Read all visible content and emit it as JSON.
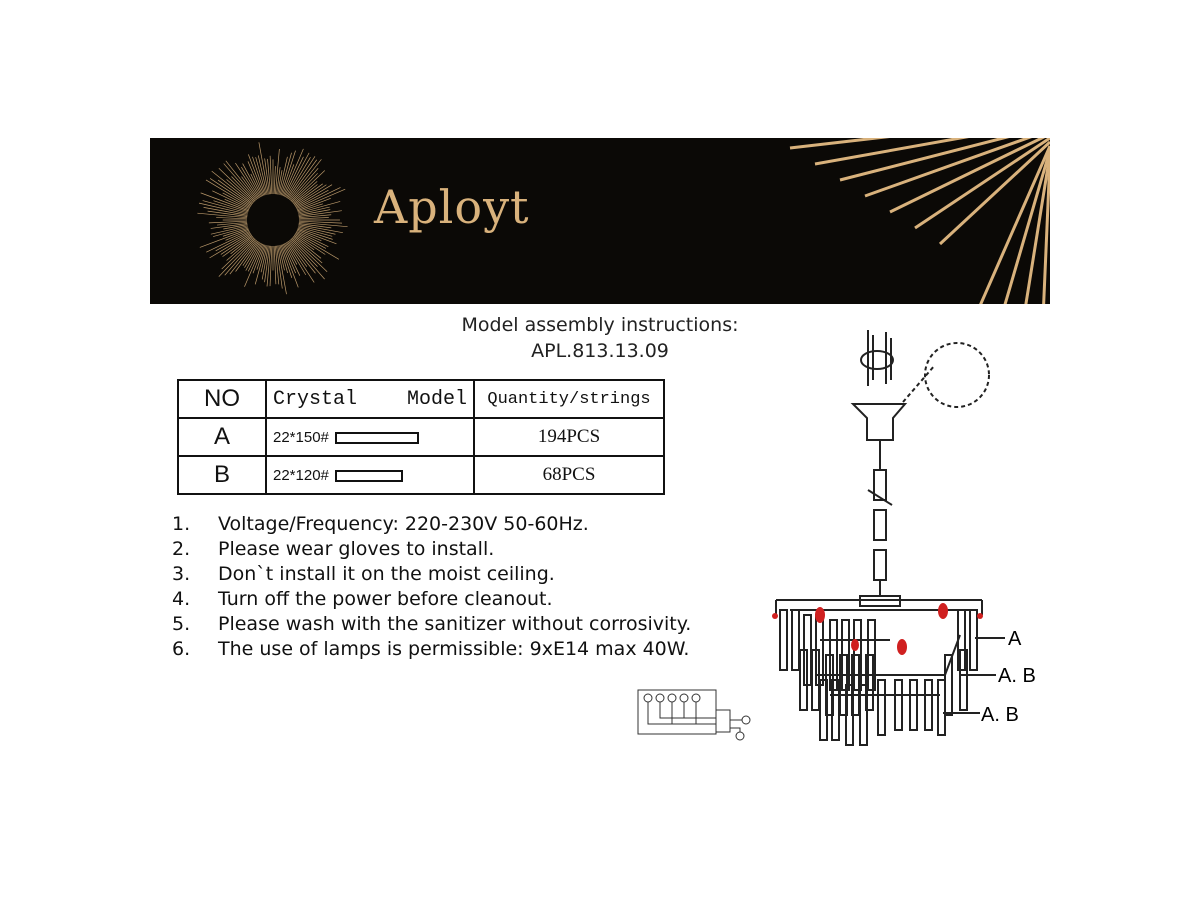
{
  "brand": {
    "name": "Aployt",
    "accent": "#d9b27c"
  },
  "header": {
    "line1": "Model assembly instructions:",
    "line2": "APL.813.13.09"
  },
  "table": {
    "headers": {
      "no": "NO",
      "crystal": "Crystal",
      "model": "Model",
      "quantity": "Quantity/strings"
    },
    "rows": [
      {
        "no": "A",
        "model": "22*150#",
        "quantity": "194PCS"
      },
      {
        "no": "B",
        "model": "22*120#",
        "quantity": "68PCS"
      }
    ]
  },
  "instructions": [
    {
      "n": "1.",
      "text": "Voltage/Frequency: 220-230V 50-60Hz."
    },
    {
      "n": "2.",
      "text": "Please wear gloves to install."
    },
    {
      "n": "3.",
      "text": "Don`t install it on the moist ceiling."
    },
    {
      "n": "4.",
      "text": "Turn off the power before cleanout."
    },
    {
      "n": "5.",
      "text": "Please wash with the sanitizer without corrosivity."
    },
    {
      "n": "6.",
      "text": "The use of lamps is permissible: 9xE14 max 40W."
    }
  ],
  "diagram_labels": [
    "A",
    "A. B",
    "A. B"
  ]
}
